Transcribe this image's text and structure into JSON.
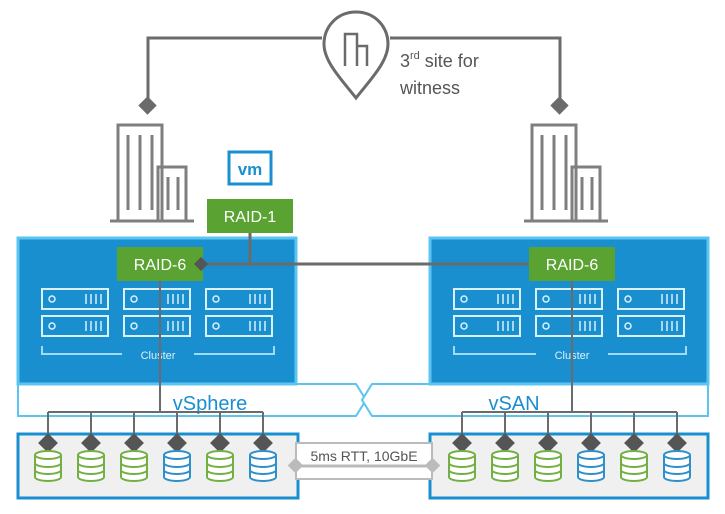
{
  "witness": {
    "label_line1_main": "3",
    "label_line1_sup": "rd",
    "label_line1_rest": " site for",
    "label_line2": "witness"
  },
  "vm_label": "vm",
  "raid1_label": "RAID-1",
  "sites": [
    {
      "raid_label": "RAID-6",
      "cluster_label": "Cluster",
      "platform_label": "vSphere"
    },
    {
      "raid_label": "RAID-6",
      "cluster_label": "Cluster",
      "platform_label": "vSAN"
    }
  ],
  "link_label": "5ms RTT, 10GbE",
  "disk_colors": {
    "green": "#72b043",
    "blue": "#2e8fc9"
  },
  "colors": {
    "cluster_fill": "#1a8fd0",
    "cluster_border": "#5bc4f1",
    "raid_fill": "#5aa332",
    "gray_line": "#6b6b6b",
    "dark_line": "#555555",
    "building": "#7f7f7f",
    "storage_bg": "#f0f0f0",
    "storage_border": "#1a8fd0"
  },
  "site_disks": [
    [
      "green",
      "green",
      "green",
      "blue",
      "green",
      "blue"
    ],
    [
      "green",
      "green",
      "green",
      "blue",
      "green",
      "blue"
    ]
  ]
}
